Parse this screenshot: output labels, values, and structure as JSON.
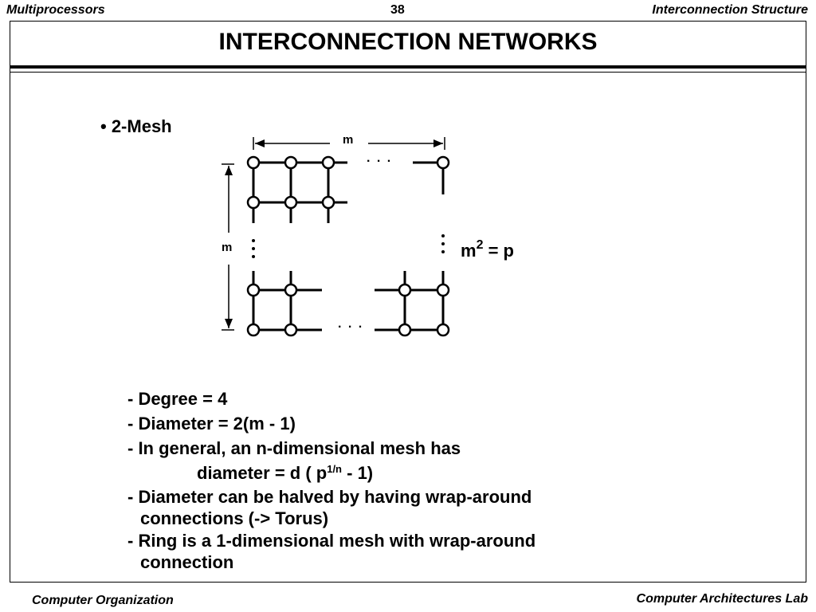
{
  "header": {
    "left": "Multiprocessors",
    "page_number": "38",
    "right": "Interconnection Structure"
  },
  "slide": {
    "title": "INTERCONNECTION  NETWORKS",
    "bullet": "• 2-Mesh",
    "diagram": {
      "width_label": "m",
      "height_label": "m",
      "ellipsis": ". . .",
      "formula_base": "m",
      "formula_exp": "2",
      "formula_rest": " = p"
    },
    "lines": {
      "degree": "- Degree = 4",
      "diameter": "- Diameter = 2(m - 1)",
      "general": "- In general,  an n-dimensional mesh has",
      "formula_prefix": "diameter = d ( p",
      "formula_exp": "1/n",
      "formula_suffix": " - 1)",
      "halved_1": "- Diameter can be halved by having wrap-around",
      "halved_2": "connections (-> Torus)",
      "ring_1": "- Ring is a 1-dimensional mesh with wrap-around",
      "ring_2": "connection"
    }
  },
  "footer": {
    "left": "Computer Organization",
    "right": "Computer Architectures Lab"
  }
}
